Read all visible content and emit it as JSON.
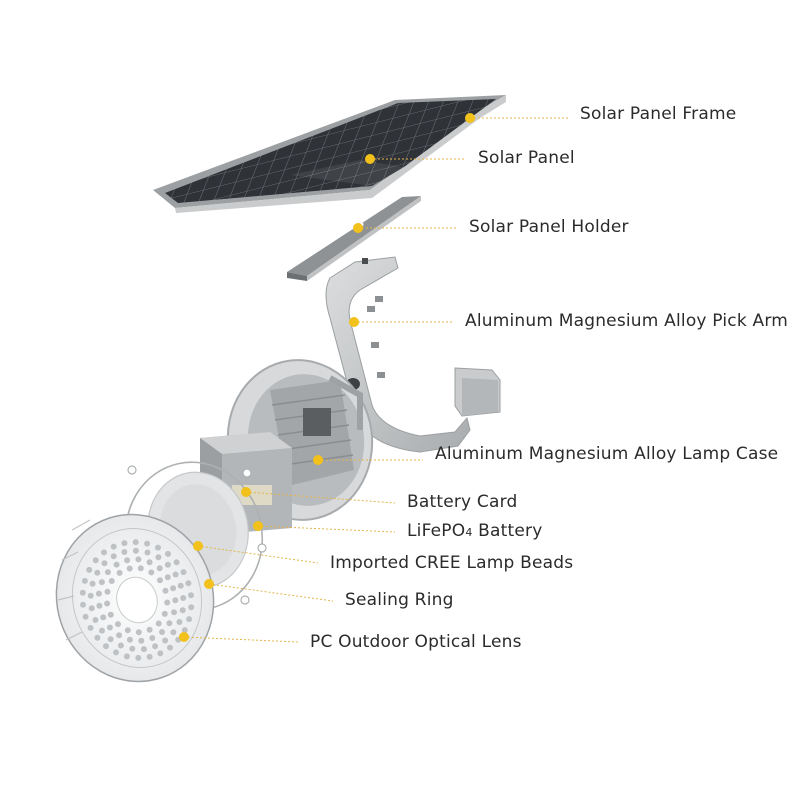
{
  "colors": {
    "callout_dot": "#F2C11B",
    "leader_line": "#E3B54A",
    "text": "#2B2B2B",
    "aluminum": "#C8CACB",
    "solar_cell": "#2F3237"
  },
  "callouts": [
    {
      "id": "solar-panel-frame",
      "label": "Solar Panel Frame"
    },
    {
      "id": "solar-panel",
      "label": "Solar Panel"
    },
    {
      "id": "solar-panel-holder",
      "label": "Solar Panel Holder"
    },
    {
      "id": "pick-arm",
      "label": "Aluminum Magnesium Alloy Pick Arm"
    },
    {
      "id": "lamp-case",
      "label": "Aluminum Magnesium Alloy Lamp Case"
    },
    {
      "id": "battery-card",
      "label": "Battery Card"
    },
    {
      "id": "lifepo4-battery",
      "label_main": "LiFePO",
      "label_sub": "4",
      "label_tail": " Battery"
    },
    {
      "id": "cree-lamp-beads",
      "label": "Imported CREE Lamp Beads"
    },
    {
      "id": "sealing-ring",
      "label": "Sealing Ring"
    },
    {
      "id": "optical-lens",
      "label": "PC Outdoor Optical Lens"
    }
  ]
}
